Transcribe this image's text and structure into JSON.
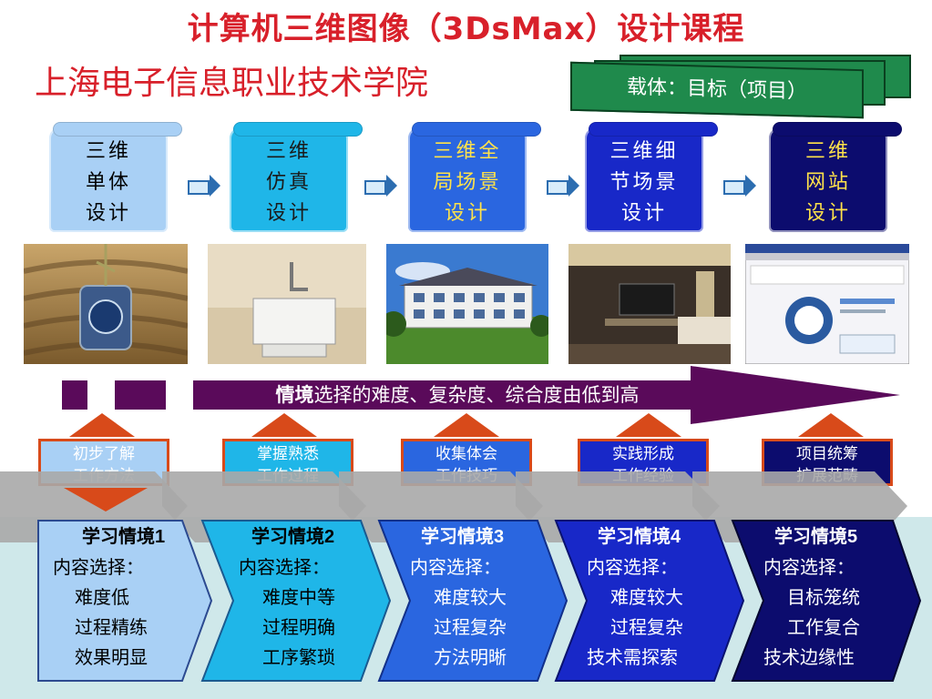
{
  "header": {
    "title": "计算机三维图像（3DsMax）设计课程",
    "college": "上海电子信息职业技术学院",
    "carrier": "载体：目标（项目）"
  },
  "stages": [
    {
      "lines": [
        "三维",
        "单体",
        "设计"
      ],
      "color": "#a9d0f5",
      "text_color": "#000000"
    },
    {
      "lines": [
        "三维",
        "仿真",
        "设计"
      ],
      "color": "#1fb6e8",
      "text_color": "#1a1a1a"
    },
    {
      "lines": [
        "三维全",
        "局场景",
        "设计"
      ],
      "color": "#2a66e0",
      "text_color": "#ffe24a"
    },
    {
      "lines": [
        "三维细",
        "节场景",
        "设计"
      ],
      "color": "#1828c8",
      "text_color": "#ffffff"
    },
    {
      "lines": [
        "三维",
        "网站",
        "设计"
      ],
      "color": "#0c0c6e",
      "text_color": "#ffe24a"
    }
  ],
  "banner": {
    "highlight": "情境",
    "rest": "选择的难度、复杂度、综合度由低到高"
  },
  "outcomes": [
    {
      "lines": [
        "初步了解",
        "工作方法"
      ],
      "color": "#a9d0f5"
    },
    {
      "lines": [
        "掌握熟悉",
        "工作过程"
      ],
      "color": "#1fb6e8"
    },
    {
      "lines": [
        "收集体会",
        "工作技巧"
      ],
      "color": "#2a66e0"
    },
    {
      "lines": [
        "实践形成",
        "工作经验"
      ],
      "color": "#1828c8"
    },
    {
      "lines": [
        "项目统筹",
        "扩展范畴"
      ],
      "color": "#0c0c6e"
    }
  ],
  "lessons": [
    {
      "title": "学习情境1",
      "label": "内容选择：",
      "items": [
        "难度低",
        "过程精练",
        "效果明显"
      ],
      "color": "#a9d0f5",
      "text_color": "#000000"
    },
    {
      "title": "学习情境2",
      "label": "内容选择：",
      "items": [
        "难度中等",
        "过程明确",
        "工序繁琐"
      ],
      "color": "#1fb6e8",
      "text_color": "#000000"
    },
    {
      "title": "学习情境3",
      "label": "内容选择：",
      "items": [
        "难度较大",
        "过程复杂",
        "方法明晰"
      ],
      "color": "#2a66e0",
      "text_color": "#ffffff"
    },
    {
      "title": "学习情境4",
      "label": "内容选择：",
      "items": [
        "难度较大",
        "过程复杂",
        "技术需探索"
      ],
      "color": "#1828c8",
      "text_color": "#ffffff"
    },
    {
      "title": "学习情境5",
      "label": "内容选择：",
      "items": [
        "目标笼统",
        "工作复合",
        "技术边缘性"
      ],
      "color": "#0c0c6e",
      "text_color": "#ffffff"
    }
  ]
}
